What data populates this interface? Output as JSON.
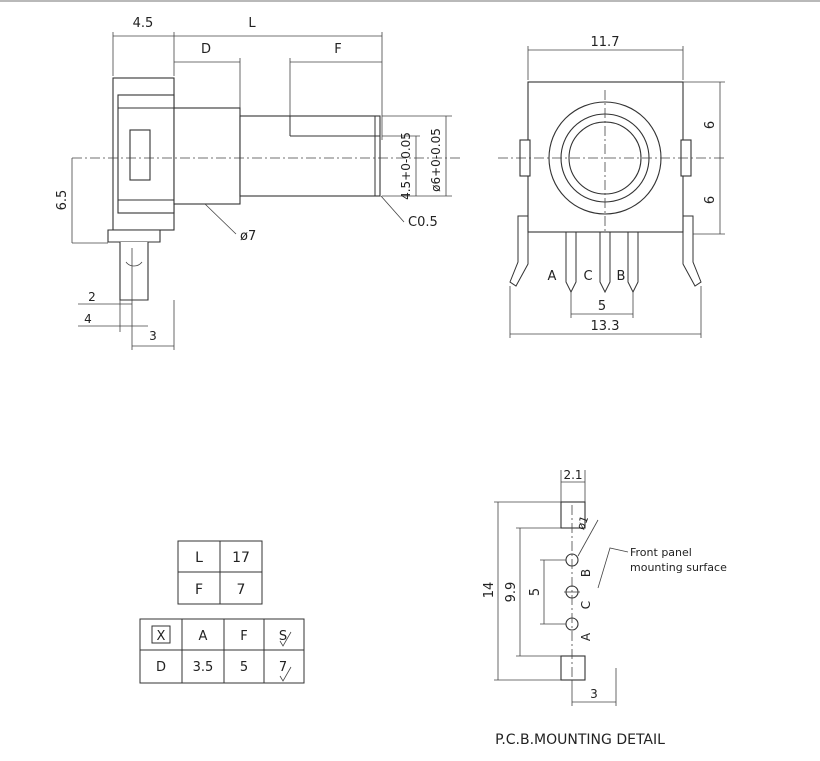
{
  "side_view": {
    "dim_body": "4.5",
    "dim_length": "L",
    "dim_d": "D",
    "dim_f": "F",
    "dim_height": "6.5",
    "dim_shaft_dia": "ø7",
    "dim_chamfer": "C0.5",
    "dim_flat": "4.5+0-0.05",
    "dim_shaft": "ø6+0-0.05",
    "dim_2": "2",
    "dim_4": "4",
    "dim_3": "3"
  },
  "front_view": {
    "dim_width_top": "11.7",
    "dim_6_upper": "6",
    "dim_6_lower": "6",
    "pin_a": "A",
    "pin_c": "C",
    "pin_b": "B",
    "dim_pin_pitch": "5",
    "dim_width_bottom": "13.3"
  },
  "table_lf": {
    "rows": [
      {
        "key": "L",
        "value": "17"
      },
      {
        "key": "F",
        "value": "7"
      }
    ]
  },
  "table_options": {
    "header": [
      "X",
      "A",
      "F",
      "S"
    ],
    "row": [
      "D",
      "3.5",
      "5",
      "7"
    ]
  },
  "pcb_detail": {
    "dim_top": "2.1",
    "dim_hole": "ø1",
    "dim_14": "14",
    "dim_9_9": "9.9",
    "dim_5": "5",
    "dim_3": "3",
    "pin_b": "B",
    "pin_c": "C",
    "pin_a": "A",
    "note_line1": "Front panel",
    "note_line2": "mounting surface",
    "caption": "P.C.B.MOUNTING DETAIL"
  }
}
